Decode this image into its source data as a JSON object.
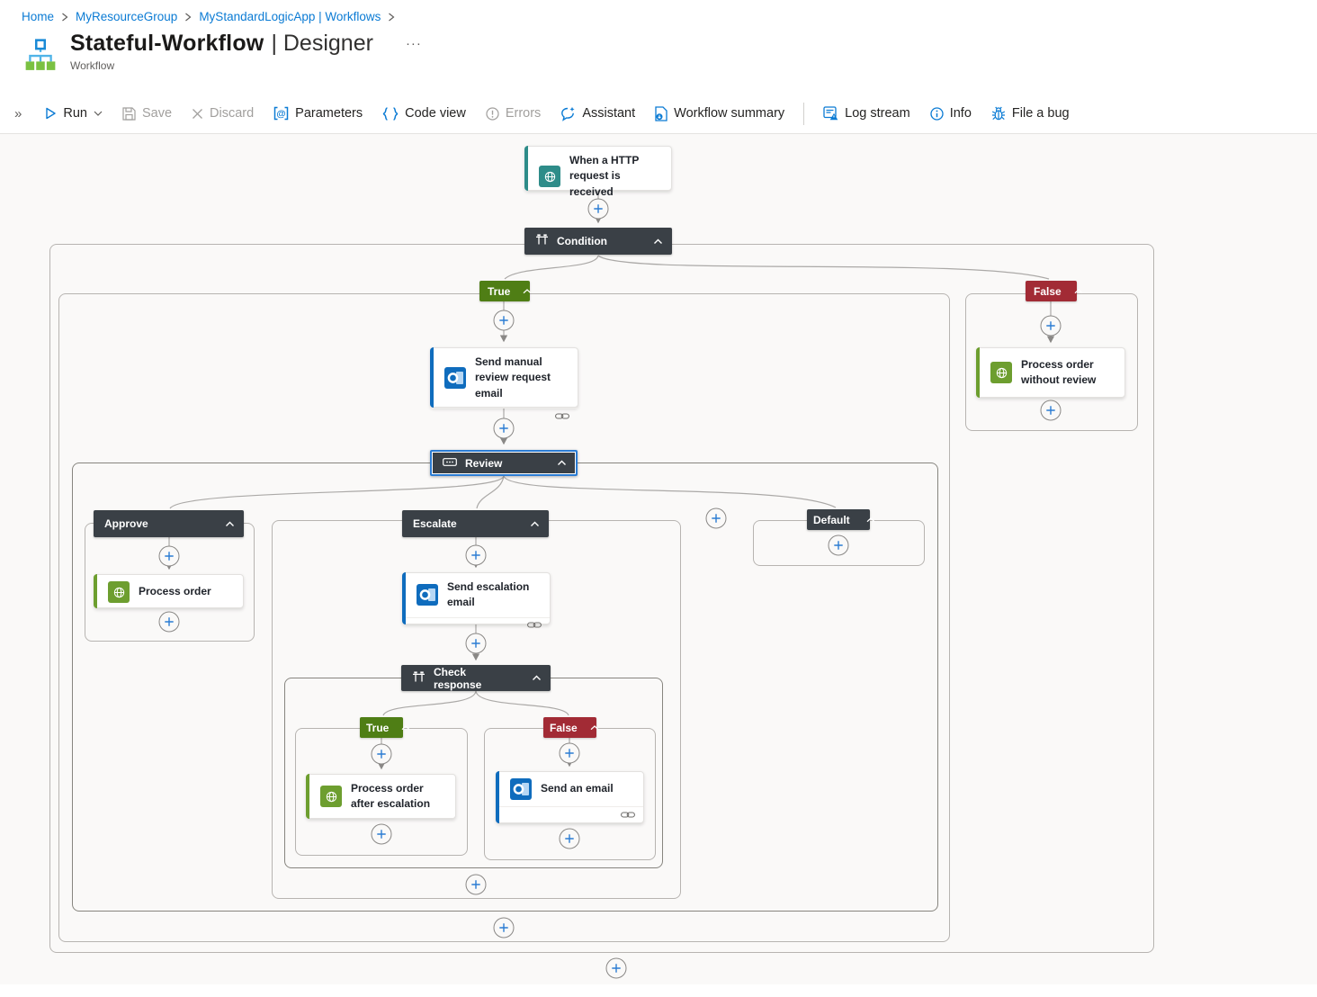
{
  "breadcrumb": {
    "items": [
      "Home",
      "MyResourceGroup",
      "MyStandardLogicApp | Workflows"
    ]
  },
  "header": {
    "title": "Stateful-Workflow",
    "view_suffix": "| Designer",
    "more": "···",
    "subtitle": "Workflow",
    "expander": "»"
  },
  "toolbar": {
    "run": "Run",
    "save": "Save",
    "discard": "Discard",
    "parameters": "Parameters",
    "code_view": "Code view",
    "errors": "Errors",
    "assistant": "Assistant",
    "workflow_summary": "Workflow summary",
    "log_stream": "Log stream",
    "info": "Info",
    "file_a_bug": "File a bug"
  },
  "workflow": {
    "trigger_title": "When a HTTP request is received",
    "condition_title": "Condition",
    "true_label": "True",
    "false_label": "False",
    "send_manual_review_email": "Send manual review request email",
    "review_title": "Review",
    "approve_label": "Approve",
    "process_order": "Process order",
    "escalate_label": "Escalate",
    "send_escalation_email": "Send escalation email",
    "check_response_title": "Check response",
    "cr_true_label": "True",
    "cr_false_label": "False",
    "process_order_after_escalation": "Process order after escalation",
    "send_an_email": "Send an email",
    "default_label": "Default",
    "process_order_without_review": "Process order without review"
  },
  "colors": {
    "accent_blue": "#0f6cbd",
    "node_dark": "#3a4046",
    "true_green": "#4f7e15",
    "false_red": "#a22b35",
    "trigger_teal": "#2e8c89",
    "http_green": "#6d9e2f",
    "link_blue": "#0b7bd4"
  }
}
